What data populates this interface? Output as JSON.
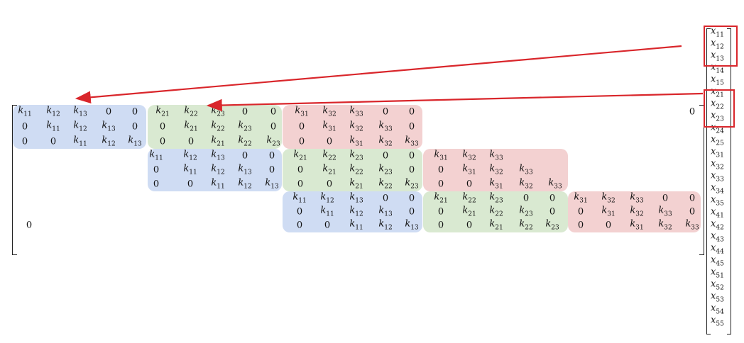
{
  "matrix": {
    "zero_label": "0",
    "blocks": [
      {
        "color": "blue",
        "rows": [
          [
            "k",
            "11"
          ],
          [
            "k",
            "12"
          ],
          [
            "k",
            "13"
          ],
          [
            "0"
          ],
          [
            "0"
          ],
          [
            "0"
          ],
          [
            "k",
            "11"
          ],
          [
            "k",
            "12"
          ],
          [
            "k",
            "13"
          ],
          [
            "0"
          ],
          [
            "0"
          ],
          [
            "0"
          ],
          [
            "k",
            "11"
          ],
          [
            "k",
            "12"
          ],
          [
            "k",
            "13"
          ]
        ]
      },
      {
        "color": "green",
        "rows": [
          [
            "k",
            "21"
          ],
          [
            "k",
            "22"
          ],
          [
            "k",
            "23"
          ],
          [
            "0"
          ],
          [
            "0"
          ],
          [
            "0"
          ],
          [
            "k",
            "21"
          ],
          [
            "k",
            "22"
          ],
          [
            "k",
            "23"
          ],
          [
            "0"
          ],
          [
            "0"
          ],
          [
            "0"
          ],
          [
            "k",
            "21"
          ],
          [
            "k",
            "22"
          ],
          [
            "k",
            "23"
          ]
        ]
      },
      {
        "color": "red",
        "rows": [
          [
            "k",
            "31"
          ],
          [
            "k",
            "32"
          ],
          [
            "k",
            "33"
          ],
          [
            "0"
          ],
          [
            "0"
          ],
          [
            "0"
          ],
          [
            "k",
            "31"
          ],
          [
            "k",
            "32"
          ],
          [
            "k",
            "33"
          ],
          [
            "0"
          ],
          [
            "0"
          ],
          [
            "0"
          ],
          [
            "k",
            "31"
          ],
          [
            "k",
            "32"
          ],
          [
            "k",
            "33"
          ]
        ]
      },
      {
        "color": "blue",
        "rows": [
          [
            "k",
            "11"
          ],
          [
            "k",
            "12"
          ],
          [
            "k",
            "13"
          ],
          [
            "0"
          ],
          [
            "0"
          ],
          [
            "0"
          ],
          [
            "k",
            "11"
          ],
          [
            "k",
            "12"
          ],
          [
            "k",
            "13"
          ],
          [
            "0"
          ],
          [
            "0"
          ],
          [
            "0"
          ],
          [
            "k",
            "11"
          ],
          [
            "k",
            "12"
          ],
          [
            "k",
            "13"
          ]
        ]
      },
      {
        "color": "green",
        "rows": [
          [
            "k",
            "21"
          ],
          [
            "k",
            "22"
          ],
          [
            "k",
            "23"
          ],
          [
            "0"
          ],
          [
            "0"
          ],
          [
            "0"
          ],
          [
            "k",
            "21"
          ],
          [
            "k",
            "22"
          ],
          [
            "k",
            "23"
          ],
          [
            "0"
          ],
          [
            "0"
          ],
          [
            "0"
          ],
          [
            "k",
            "21"
          ],
          [
            "k",
            "22"
          ],
          [
            "k",
            "23"
          ]
        ]
      },
      {
        "color": "red",
        "rows": [
          [
            "k",
            "31"
          ],
          [
            "k",
            "32"
          ],
          [
            "k",
            "33"
          ],
          [
            ""
          ],
          [
            ""
          ],
          [
            "0"
          ],
          [
            "k",
            "31"
          ],
          [
            "k",
            "32"
          ],
          [
            "k",
            "33"
          ],
          [
            ""
          ],
          [
            "0"
          ],
          [
            "0"
          ],
          [
            "k",
            "31"
          ],
          [
            "k",
            "32"
          ],
          [
            "k",
            "33"
          ]
        ]
      },
      {
        "color": "blue",
        "rows": [
          [
            "k",
            "11"
          ],
          [
            "k",
            "12"
          ],
          [
            "k",
            "13"
          ],
          [
            "0"
          ],
          [
            "0"
          ],
          [
            "0"
          ],
          [
            "k",
            "11"
          ],
          [
            "k",
            "12"
          ],
          [
            "k",
            "13"
          ],
          [
            "0"
          ],
          [
            "0"
          ],
          [
            "0"
          ],
          [
            "k",
            "11"
          ],
          [
            "k",
            "12"
          ],
          [
            "k",
            "13"
          ]
        ]
      },
      {
        "color": "green",
        "rows": [
          [
            "k",
            "21"
          ],
          [
            "k",
            "22"
          ],
          [
            "k",
            "23"
          ],
          [
            "0"
          ],
          [
            "0"
          ],
          [
            "0"
          ],
          [
            "k",
            "21"
          ],
          [
            "k",
            "22"
          ],
          [
            "k",
            "23"
          ],
          [
            "0"
          ],
          [
            "0"
          ],
          [
            "0"
          ],
          [
            "k",
            "21"
          ],
          [
            "k",
            "22"
          ],
          [
            "k",
            "23"
          ]
        ]
      },
      {
        "color": "red",
        "rows": [
          [
            "k",
            "31"
          ],
          [
            "k",
            "32"
          ],
          [
            "k",
            "33"
          ],
          [
            "0"
          ],
          [
            "0"
          ],
          [
            "0"
          ],
          [
            "k",
            "31"
          ],
          [
            "k",
            "32"
          ],
          [
            "k",
            "33"
          ],
          [
            "0"
          ],
          [
            "0"
          ],
          [
            "0"
          ],
          [
            "k",
            "31"
          ],
          [
            "k",
            "32"
          ],
          [
            "k",
            "33"
          ]
        ]
      }
    ]
  },
  "vector": {
    "entries": [
      [
        "x",
        "11"
      ],
      [
        "x",
        "12"
      ],
      [
        "x",
        "13"
      ],
      [
        "x",
        "14"
      ],
      [
        "x",
        "15"
      ],
      [
        "x",
        "21"
      ],
      [
        "x",
        "22"
      ],
      [
        "x",
        "23"
      ],
      [
        "x",
        "24"
      ],
      [
        "x",
        "25"
      ],
      [
        "x",
        "31"
      ],
      [
        "x",
        "32"
      ],
      [
        "x",
        "33"
      ],
      [
        "x",
        "34"
      ],
      [
        "x",
        "35"
      ],
      [
        "x",
        "41"
      ],
      [
        "x",
        "42"
      ],
      [
        "x",
        "43"
      ],
      [
        "x",
        "44"
      ],
      [
        "x",
        "45"
      ],
      [
        "x",
        "51"
      ],
      [
        "x",
        "52"
      ],
      [
        "x",
        "53"
      ],
      [
        "x",
        "54"
      ],
      [
        "x",
        "55"
      ]
    ]
  },
  "annotation_colors": {
    "arrow": "#d9262b",
    "highlight": "#d9262b"
  },
  "block_colors": {
    "blue": "#cfdcf3",
    "green": "#d9e9d1",
    "red": "#f3d1d1"
  }
}
